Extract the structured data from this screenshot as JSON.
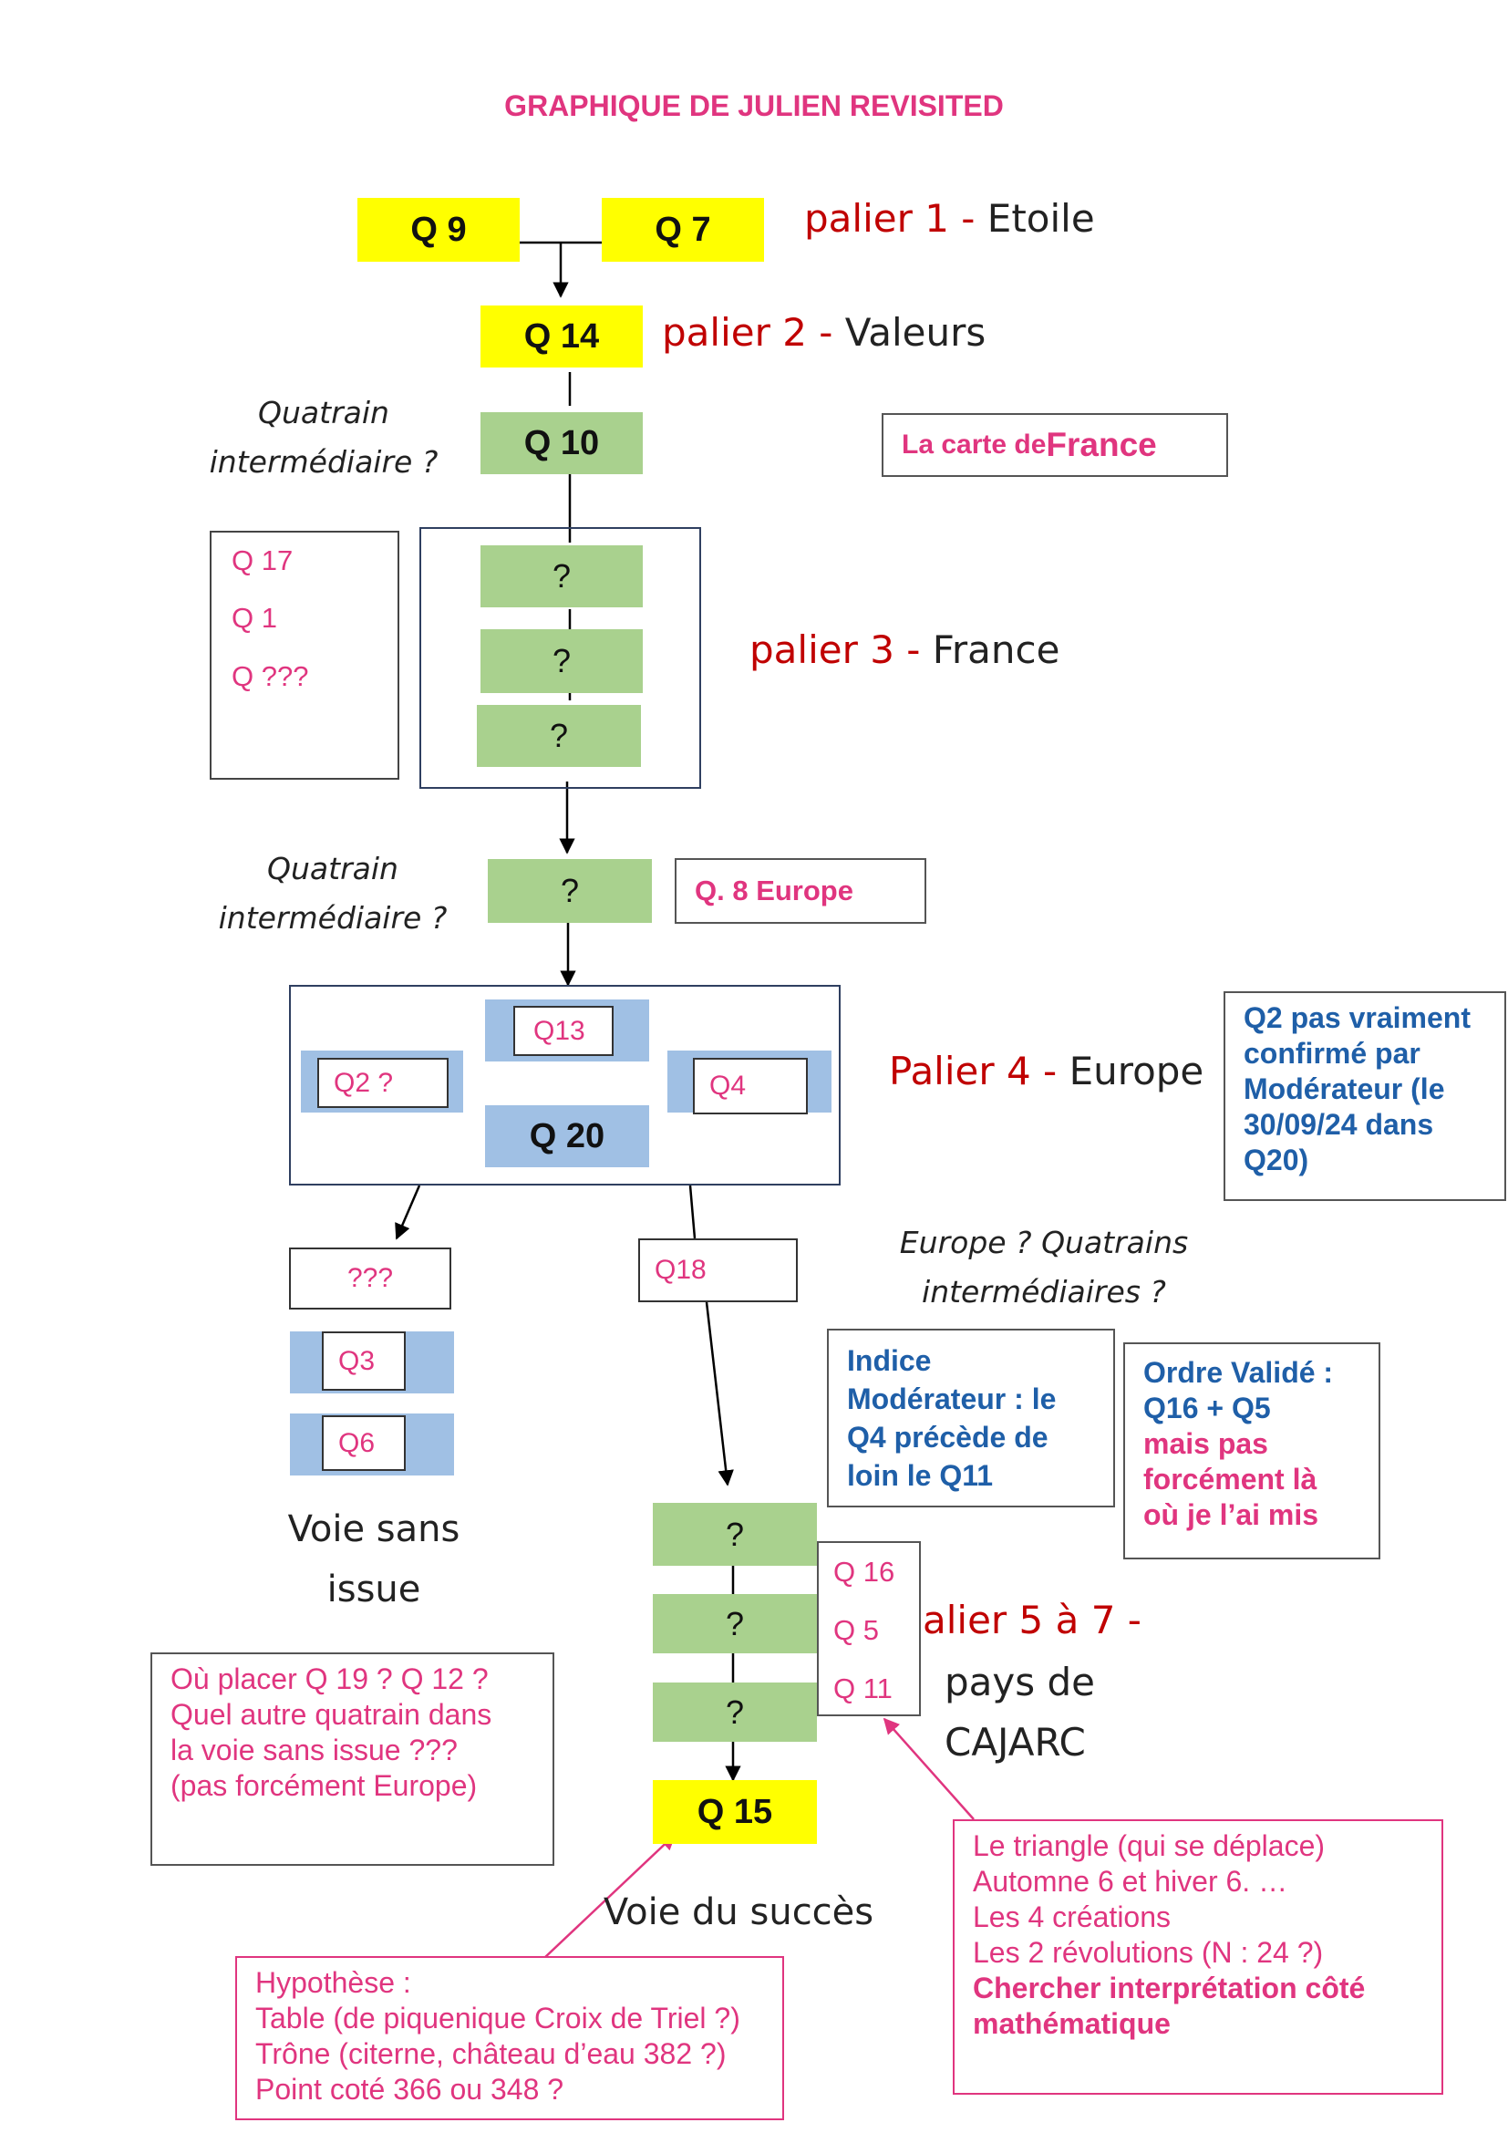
{
  "title": "GRAPHIQUE DE JULIEN REVISITED",
  "nodes": {
    "q9": "Q 9",
    "q7": "Q 7",
    "q14": "Q 14",
    "q10": "Q 10",
    "unknown_a": "?",
    "unknown_b": "?",
    "unknown_c": "?",
    "unknown_d": "?",
    "q20": "Q 20",
    "q13": "Q13",
    "q2": "Q2 ?",
    "q4": "Q4",
    "triple_q": "???",
    "q18": "Q18",
    "q3": "Q3",
    "q6": "Q6",
    "unknown_e": "?",
    "unknown_f": "?",
    "unknown_g": "?",
    "q15": "Q 15"
  },
  "paliers": {
    "p1": {
      "label": "palier 1 - ",
      "name": "Etoile"
    },
    "p2": {
      "label": "palier 2 - ",
      "name": "Valeurs"
    },
    "p3": {
      "label": "palier 3 - ",
      "name": "France"
    },
    "p4": {
      "label": "Palier 4 - ",
      "name": "Europe"
    },
    "p5": {
      "label": "alier 5 à 7 -",
      "line2": "pays de",
      "line3": "CAJARC"
    }
  },
  "annotations": {
    "quatrain1": [
      "Quatrain",
      "intermédiaire ?"
    ],
    "quatrain2": [
      "Quatrain",
      "intermédiaire ?"
    ],
    "europe_quatrains": [
      "Europe ? Quatrains",
      "intermédiaires ?"
    ],
    "voie_sans_issue": [
      "Voie sans",
      "issue"
    ],
    "voie_succes": "Voie du succès",
    "carte_france": {
      "a": "La carte de ",
      "b": "France"
    },
    "q8_europe": "Q. 8 Europe",
    "side_list": [
      "Q 17",
      "Q 1",
      "Q ???"
    ],
    "q2_note": [
      "Q2 pas vraiment",
      "confirmé par",
      "Modérateur (le",
      "30/09/24 dans",
      "Q20)"
    ],
    "indice": [
      "Indice",
      "Modérateur : le",
      "Q4 précède de",
      "loin le Q11"
    ],
    "ordre": {
      "l1": "Ordre Validé :",
      "l2": "Q16 + Q5",
      "l3": "mais pas",
      "l4": "forcément là",
      "l5": "où je l’ai mis"
    },
    "side_list2": [
      "Q 16",
      "Q 5",
      "Q 11"
    ],
    "ou_placer": [
      "Où placer Q 19 ? Q 12 ?",
      "Quel autre quatrain dans",
      "la voie sans issue ???",
      "(pas forcément Europe)"
    ],
    "triangle": {
      "lines": [
        "Le triangle (qui se déplace)",
        "Automne 6 et hiver 6. …",
        "Les 4 créations",
        "Les 2 révolutions (N : 24 ?)"
      ],
      "bold": [
        "Chercher interprétation côté",
        "mathématique"
      ]
    },
    "hypothese": [
      "Hypothèse :",
      "Table (de piquenique Croix de Triel ?)",
      "Trône (citerne, château d’eau 382 ?)",
      "Point coté 366 ou 348 ?"
    ]
  },
  "colors": {
    "yellow": "#ffff00",
    "green": "#a9d18e",
    "blue": "#a0c0e4",
    "pink": "#e0357f",
    "dark_red": "#c00000",
    "dark_blue": "#1f5fa8"
  }
}
